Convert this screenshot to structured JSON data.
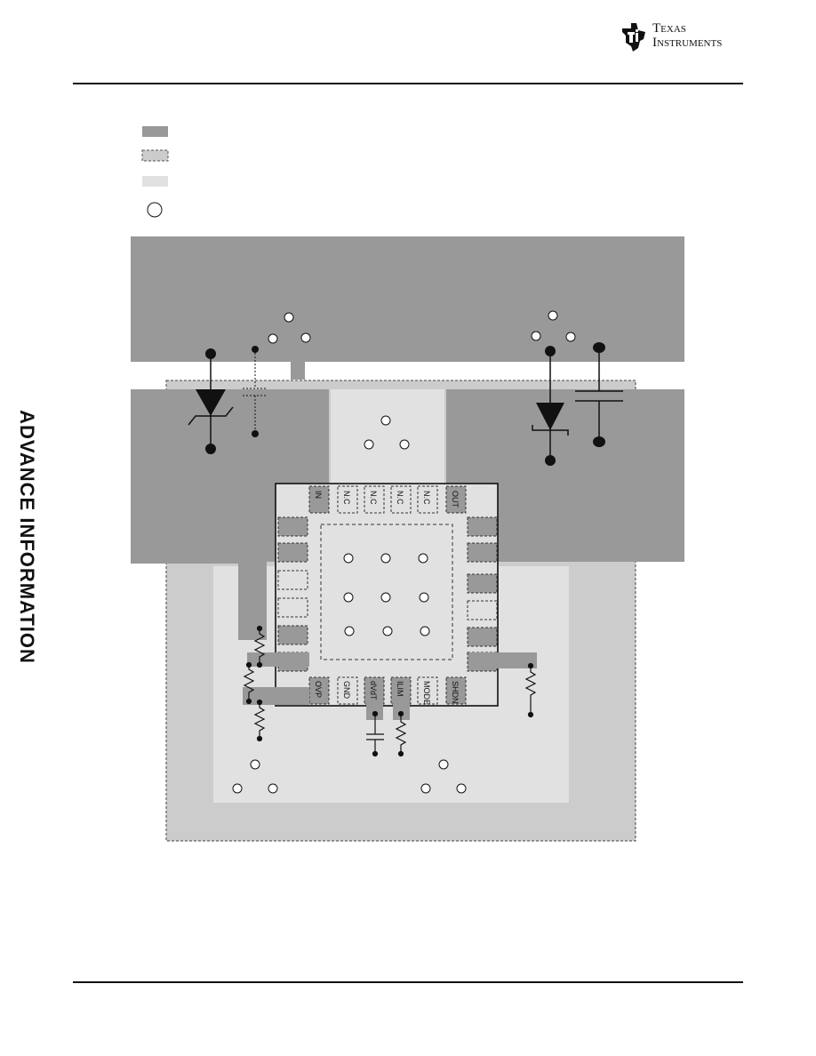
{
  "header": {
    "logo_line1": "Texas",
    "logo_line2": "Instruments"
  },
  "sidebar": {
    "text": "ADVANCE INFORMATION"
  },
  "diagram": {
    "pins_top": [
      "IN",
      "N.C",
      "N.C",
      "N.C",
      "N.C",
      "OUT"
    ],
    "pins_bottom": [
      "OVP",
      "GND",
      "dVdT",
      "ILIM",
      "MODE",
      "SHDN"
    ],
    "colors": {
      "copper_top": "#999999",
      "copper_bottom": "#cccccc",
      "copper_light": "#e1e1e1",
      "outline": "#111111"
    }
  }
}
